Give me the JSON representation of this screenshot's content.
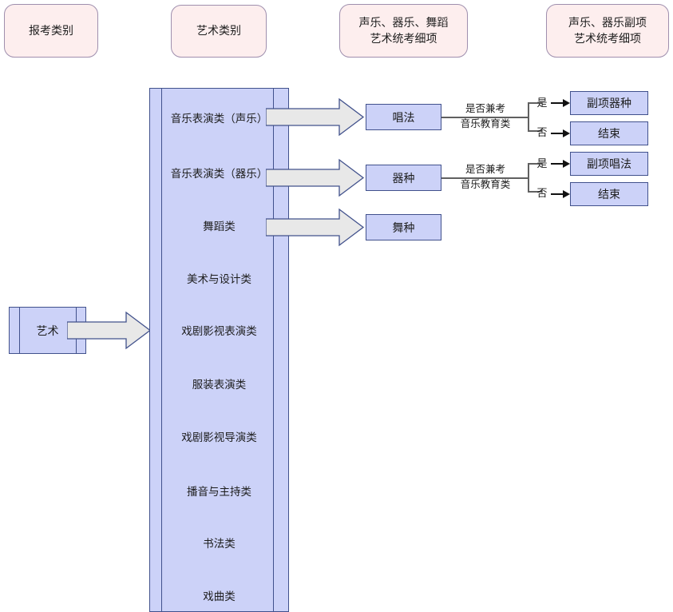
{
  "diagram": {
    "title_columns": [
      {
        "name": "column-header-application-category",
        "label": "报考类别"
      },
      {
        "name": "column-header-art-category",
        "label": "艺术类别"
      },
      {
        "name": "column-header-main-detail",
        "label": "声乐、器乐、舞蹈\n艺术统考细项"
      },
      {
        "name": "column-header-minor-detail",
        "label": "声乐、器乐副项\n艺术统考细项"
      }
    ],
    "start": {
      "label": "艺术"
    },
    "art_categories": [
      {
        "label": "音乐表演类（声乐）",
        "has_branch": true
      },
      {
        "label": "音乐表演类（器乐）",
        "has_branch": true
      },
      {
        "label": "舞蹈类",
        "has_branch": true
      },
      {
        "label": "美术与设计类",
        "has_branch": false
      },
      {
        "label": "戏剧影视表演类",
        "has_branch": false
      },
      {
        "label": "服装表演类",
        "has_branch": false
      },
      {
        "label": "戏剧影视导演类",
        "has_branch": false
      },
      {
        "label": "播音与主持类",
        "has_branch": false
      },
      {
        "label": "书法类",
        "has_branch": false
      },
      {
        "label": "戏曲类",
        "has_branch": false
      }
    ],
    "details": [
      {
        "label": "唱法"
      },
      {
        "label": "器种"
      },
      {
        "label": "舞种"
      }
    ],
    "decisions": [
      {
        "question": "是否兼考\n音乐教育类",
        "yes_label": "是",
        "no_label": "否",
        "yes_target": "副项器种",
        "no_target": "结束"
      },
      {
        "question": "是否兼考\n音乐教育类",
        "yes_label": "是",
        "no_label": "否",
        "yes_target": "副项唱法",
        "no_target": "结束"
      }
    ],
    "colors": {
      "header_fill": "#fdeeee",
      "header_stroke": "#9f8fae",
      "process_fill": "#ccd2f8",
      "process_stroke": "#41518c",
      "arrow_fill": "#e8e8e8",
      "arrow_stroke": "#41518c",
      "connector": "#606060",
      "background": "#ffffff"
    }
  }
}
